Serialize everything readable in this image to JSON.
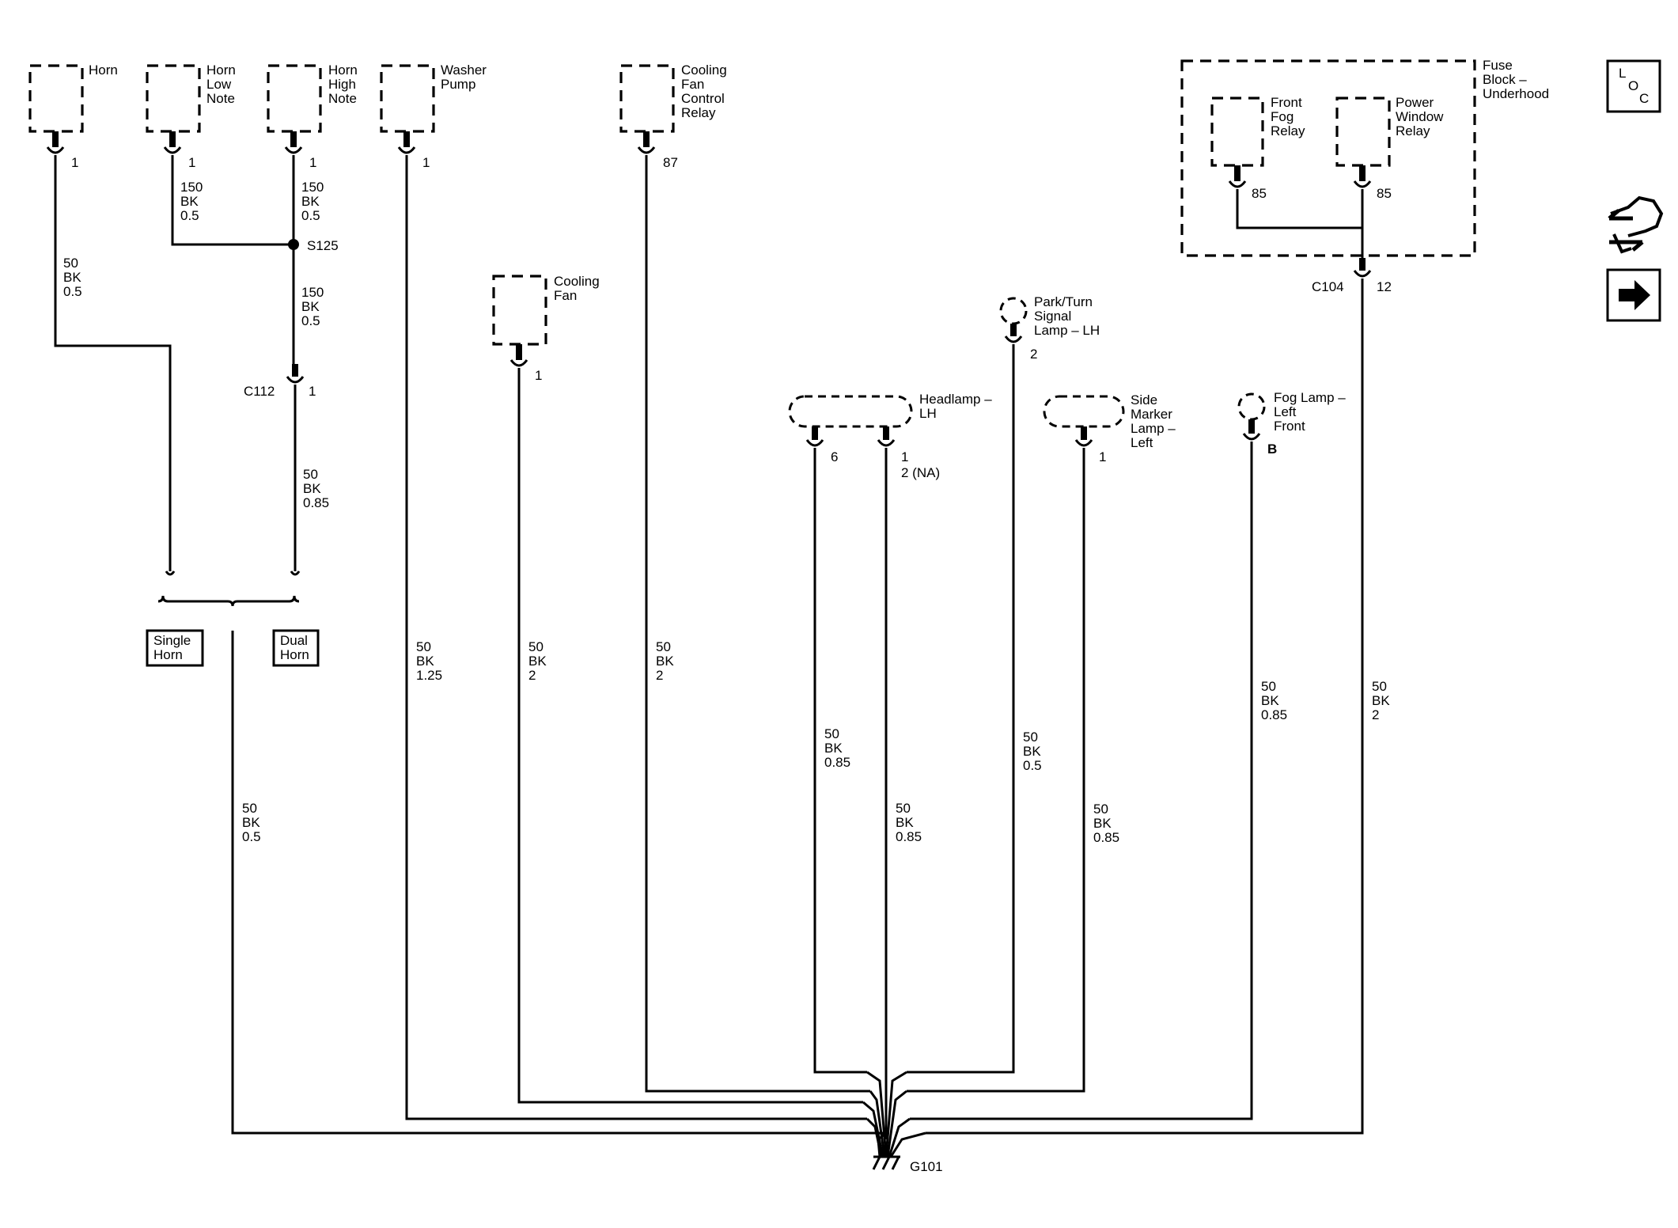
{
  "components": {
    "horn": "Horn",
    "horn_low_note": [
      "Horn",
      "Low",
      "Note"
    ],
    "horn_high_note": [
      "Horn",
      "High",
      "Note"
    ],
    "washer_pump": [
      "Washer",
      "Pump"
    ],
    "cooling_fan_control_relay": [
      "Cooling",
      "Fan",
      "Control",
      "Relay"
    ],
    "cooling_fan": [
      "Cooling",
      "Fan"
    ],
    "park_turn_lamp": [
      "Park/Turn",
      "Signal",
      "Lamp – LH"
    ],
    "headlamp": [
      "Headlamp –",
      "LH"
    ],
    "side_marker_lamp": [
      "Side",
      "Marker",
      "Lamp –",
      "Left"
    ],
    "fog_lamp": [
      "Fog Lamp –",
      "Left",
      "Front"
    ],
    "fuse_block": [
      "Fuse",
      "Block –",
      "Underhood"
    ],
    "front_fog_relay": [
      "Front",
      "Fog",
      "Relay"
    ],
    "power_window_relay": [
      "Power",
      "Window",
      "Relay"
    ]
  },
  "pins": {
    "horn": "1",
    "horn_low_note": "1",
    "horn_high_note": "1",
    "washer_pump": "1",
    "cooling_fan_control_relay": "87",
    "cooling_fan": "1",
    "park_turn_lamp": "2",
    "headlamp_a": "6",
    "headlamp_b": "1",
    "headlamp_b_na": "2 (NA)",
    "side_marker_lamp": "1",
    "fog_lamp": "B",
    "front_fog_relay": "85",
    "power_window_relay": "85",
    "c104": "12",
    "c112": "1"
  },
  "connectors": {
    "splice": "S125",
    "c112": "C112",
    "c104": "C104",
    "ground": "G101"
  },
  "options": {
    "single_horn": [
      "Single",
      "Horn"
    ],
    "dual_horn": [
      "Dual",
      "Horn"
    ]
  },
  "wires": {
    "horn_main": [
      "50",
      "BK",
      "0.5"
    ],
    "horn_low": [
      "150",
      "BK",
      "0.5"
    ],
    "horn_high": [
      "150",
      "BK",
      "0.5"
    ],
    "s125_out": [
      "150",
      "BK",
      "0.5"
    ],
    "c112_out": [
      "50",
      "BK",
      "0.85"
    ],
    "horn_ground": [
      "50",
      "BK",
      "0.5"
    ],
    "washer": [
      "50",
      "BK",
      "1.25"
    ],
    "cooling_fan": [
      "50",
      "BK",
      "2"
    ],
    "cooling_relay": [
      "50",
      "BK",
      "2"
    ],
    "headlamp_6": [
      "50",
      "BK",
      "0.85"
    ],
    "headlamp_1": [
      "50",
      "BK",
      "0.85"
    ],
    "park_turn": [
      "50",
      "BK",
      "0.5"
    ],
    "side_marker": [
      "50",
      "BK",
      "0.85"
    ],
    "fog_lamp": [
      "50",
      "BK",
      "0.85"
    ],
    "fuse_block": [
      "50",
      "BK",
      "2"
    ]
  },
  "icons": {
    "loc": [
      "L",
      "O",
      "C"
    ],
    "hands_icon": "hands-schematic-icon",
    "arrow_icon": "right-arrow-icon"
  },
  "colors": {
    "ink": "#000000",
    "paper": "#ffffff"
  }
}
